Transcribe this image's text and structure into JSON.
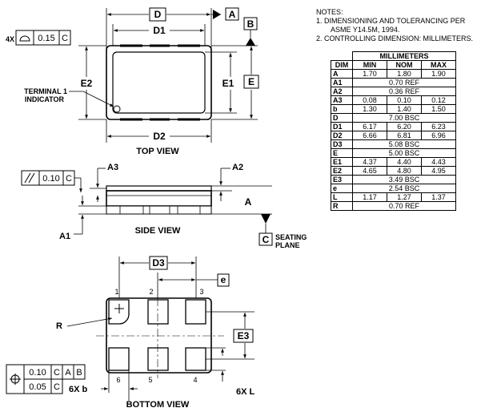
{
  "notes": {
    "heading": "NOTES:",
    "items": [
      {
        "num": "1.",
        "lines": [
          "DIMENSIONING AND TOLERANCING PER",
          "ASME Y14.5M, 1994."
        ]
      },
      {
        "num": "2.",
        "lines": [
          "CONTROLLING DIMENSION: MILLIMETERS."
        ]
      }
    ]
  },
  "table": {
    "units_header": "MILLIMETERS",
    "columns": [
      "DIM",
      "MIN",
      "NOM",
      "MAX"
    ],
    "rows": [
      {
        "dim": "A",
        "min": "1.70",
        "nom": "1.80",
        "max": "1.90"
      },
      {
        "dim": "A1",
        "span": "0.70 REF"
      },
      {
        "dim": "A2",
        "span": "0.36 REF"
      },
      {
        "dim": "A3",
        "min": "0.08",
        "nom": "0.10",
        "max": "0.12"
      },
      {
        "dim": "b",
        "min": "1.30",
        "nom": "1.40",
        "max": "1.50"
      },
      {
        "dim": "D",
        "span": "7.00 BSC"
      },
      {
        "dim": "D1",
        "min": "6.17",
        "nom": "6.20",
        "max": "6.23"
      },
      {
        "dim": "D2",
        "min": "6.66",
        "nom": "6.81",
        "max": "6.96"
      },
      {
        "dim": "D3",
        "span": "5.08 BSC"
      },
      {
        "dim": "E",
        "span": "5.00 BSC"
      },
      {
        "dim": "E1",
        "min": "4.37",
        "nom": "4.40",
        "max": "4.43"
      },
      {
        "dim": "E2",
        "min": "4.65",
        "nom": "4.80",
        "max": "4.95"
      },
      {
        "dim": "E3",
        "span": "3.49 BSC"
      },
      {
        "dim": "e",
        "span": "2.54 BSC"
      },
      {
        "dim": "L",
        "min": "1.17",
        "nom": "1.27",
        "max": "1.37"
      },
      {
        "dim": "R",
        "span": "0.70 REF"
      }
    ]
  },
  "top_view": {
    "caption": "TOP VIEW",
    "dim_D": "D",
    "dim_D1": "D1",
    "dim_D2": "D2",
    "dim_E": "E",
    "dim_E1": "E1",
    "dim_E2": "E2",
    "datum_A": "A",
    "datum_B": "B",
    "tol_count": "4X",
    "tol_value": "0.15",
    "tol_datum": "C",
    "terminal_label_1": "TERMINAL 1",
    "terminal_label_2": "INDICATOR"
  },
  "side_view": {
    "caption": "SIDE VIEW",
    "dim_A": "A",
    "dim_A1": "A1",
    "dim_A2": "A2",
    "dim_A3": "A3",
    "tol_value": "0.10",
    "tol_datum": "C",
    "datum_C": "C",
    "seating_1": "SEATING",
    "seating_2": "PLANE"
  },
  "bottom_view": {
    "caption": "BOTTOM VIEW",
    "dim_D3": "D3",
    "dim_e": "e",
    "dim_E3": "E3",
    "dim_R": "R",
    "pad_b": "6X  b",
    "pad_L": "6X  L",
    "pins": [
      "1",
      "2",
      "3",
      "4",
      "5",
      "6"
    ],
    "tol1_value": "0.10",
    "tol1_datums": [
      "C",
      "A",
      "B"
    ],
    "tol2_value": "0.05",
    "tol2_datum": "C"
  }
}
